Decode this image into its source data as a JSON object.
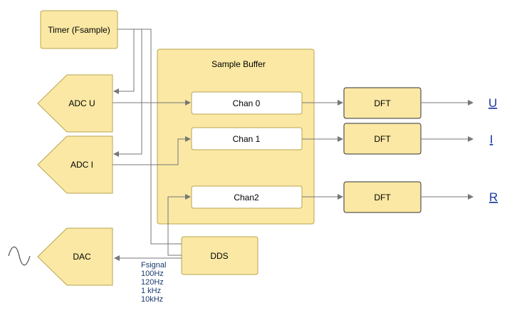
{
  "blocks": {
    "timer": "Timer (Fsample)",
    "sample_buffer": "Sample Buffer",
    "adc_u": "ADC U",
    "adc_i": "ADC I",
    "dac": "DAC",
    "chan0": "Chan 0",
    "chan1": "Chan 1",
    "chan2": "Chan2",
    "dft": "DFT",
    "dds": "DDS"
  },
  "outputs": [
    "U",
    "I",
    "R"
  ],
  "fsignal": {
    "title": "Fsignal",
    "values": [
      "100Hz",
      "120Hz",
      "1 kHz",
      "10kHz"
    ]
  },
  "colors": {
    "block_fill": "#fae8a4",
    "block_stroke": "#b8a650",
    "wire": "#777777",
    "output_text": "#1a3a9e"
  }
}
